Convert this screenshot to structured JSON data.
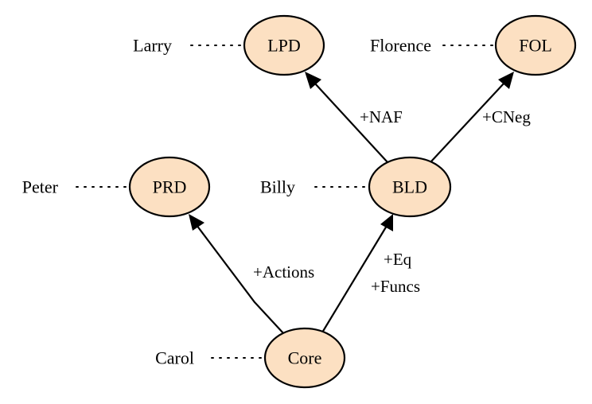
{
  "diagram": {
    "nodes": [
      {
        "id": "LPD",
        "label": "LPD",
        "owner": "Larry"
      },
      {
        "id": "FOL",
        "label": "FOL",
        "owner": "Florence"
      },
      {
        "id": "PRD",
        "label": "PRD",
        "owner": "Peter"
      },
      {
        "id": "BLD",
        "label": "BLD",
        "owner": "Billy"
      },
      {
        "id": "Core",
        "label": "Core",
        "owner": "Carol"
      }
    ],
    "edges": [
      {
        "from": "BLD",
        "to": "LPD",
        "labels": [
          "+NAF"
        ]
      },
      {
        "from": "BLD",
        "to": "FOL",
        "labels": [
          "+CNeg"
        ]
      },
      {
        "from": "Core",
        "to": "PRD",
        "labels": [
          "+Actions"
        ]
      },
      {
        "from": "Core",
        "to": "BLD",
        "labels": [
          "+Eq",
          "+Funcs"
        ]
      }
    ],
    "colors": {
      "node_fill": "#fce0c2",
      "stroke": "#000000"
    }
  }
}
